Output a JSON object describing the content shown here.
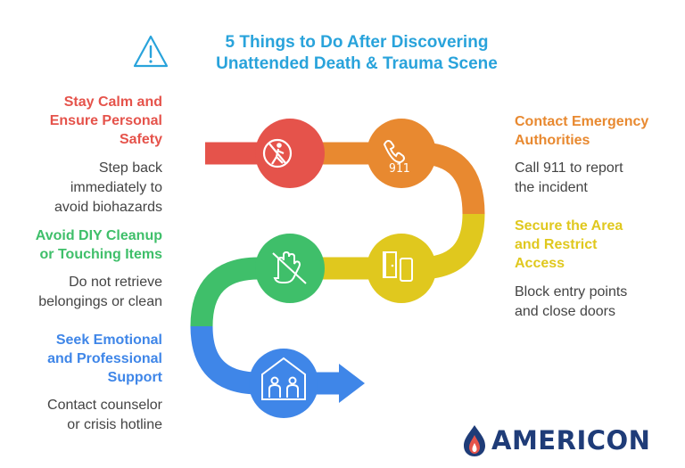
{
  "title": {
    "line1": "5 Things to Do After Discovering",
    "line2": "Unattended Death & Trauma Scene",
    "icon": "warning-triangle-icon"
  },
  "steps": [
    {
      "title": [
        "Stay Calm and",
        "Ensure Personal",
        "Safety"
      ],
      "desc": [
        "Step back",
        "immediately to",
        "avoid biohazards"
      ],
      "color": "#e5534b",
      "icon": "biohazard-person-icon"
    },
    {
      "title": [
        "Contact Emergency",
        "Authorities"
      ],
      "desc": [
        "Call 911 to report",
        "the incident"
      ],
      "color": "#e88930",
      "icon": "phone-911-icon",
      "icon_text": "911"
    },
    {
      "title": [
        "Secure the Area",
        "and Restrict",
        "Access"
      ],
      "desc": [
        "Block entry points",
        "and close doors"
      ],
      "color": "#e0c81e",
      "icon": "door-phone-icon"
    },
    {
      "title": [
        "Avoid DIY Cleanup",
        "or Touching Items"
      ],
      "desc": [
        "Do not retrieve",
        "belongings or clean"
      ],
      "color": "#3fbf6a",
      "icon": "no-hand-icon"
    },
    {
      "title": [
        "Seek Emotional",
        "and Professional",
        "Support"
      ],
      "desc": [
        "Contact counselor",
        "or crisis hotline"
      ],
      "color": "#3f86e8",
      "icon": "family-house-icon"
    }
  ],
  "logo": {
    "text": "AMERICON",
    "color": "#1f3c78",
    "accent": "#e5534b",
    "icon": "flame-drop-icon"
  }
}
